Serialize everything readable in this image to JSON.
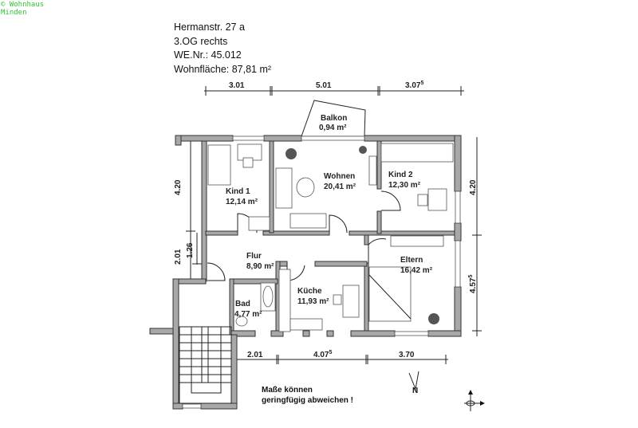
{
  "copyright": {
    "line1": "© Wohnhaus",
    "line2": "Minden"
  },
  "header": {
    "address": "Hermanstr. 27 a",
    "floor": "3.OG rechts",
    "unit": "WE.Nr.: 45.012",
    "area": "Wohnfläche: 87,81 m²"
  },
  "rooms": [
    {
      "name": "Balkon",
      "area": "0,94 m²"
    },
    {
      "name": "Kind 1",
      "area": "12,14 m²"
    },
    {
      "name": "Wohnen",
      "area": "20,41 m²"
    },
    {
      "name": "Kind 2",
      "area": "12,30 m²"
    },
    {
      "name": "Flur",
      "area": "8,90 m²"
    },
    {
      "name": "Eltern",
      "area": "16,42 m²"
    },
    {
      "name": "Küche",
      "area": "11,93 m²"
    },
    {
      "name": "Bad",
      "area": "4,77 m²"
    }
  ],
  "dimensions": {
    "top": [
      {
        "v": "3.01",
        "sup": ""
      },
      {
        "v": "5.01",
        "sup": ""
      },
      {
        "v": "3.07",
        "sup": "5"
      }
    ],
    "bottom": [
      {
        "v": "2.01",
        "sup": ""
      },
      {
        "v": "4.07",
        "sup": "5"
      },
      {
        "v": "3.70",
        "sup": ""
      }
    ],
    "left": [
      "4.20",
      "2.01",
      "1.26"
    ],
    "right": [
      {
        "v": "4.20",
        "sup": ""
      },
      {
        "v": "4.57",
        "sup": "5"
      }
    ]
  },
  "note": {
    "line1": "Maße können",
    "line2": "geringfügig abweichen !"
  },
  "north": "N"
}
